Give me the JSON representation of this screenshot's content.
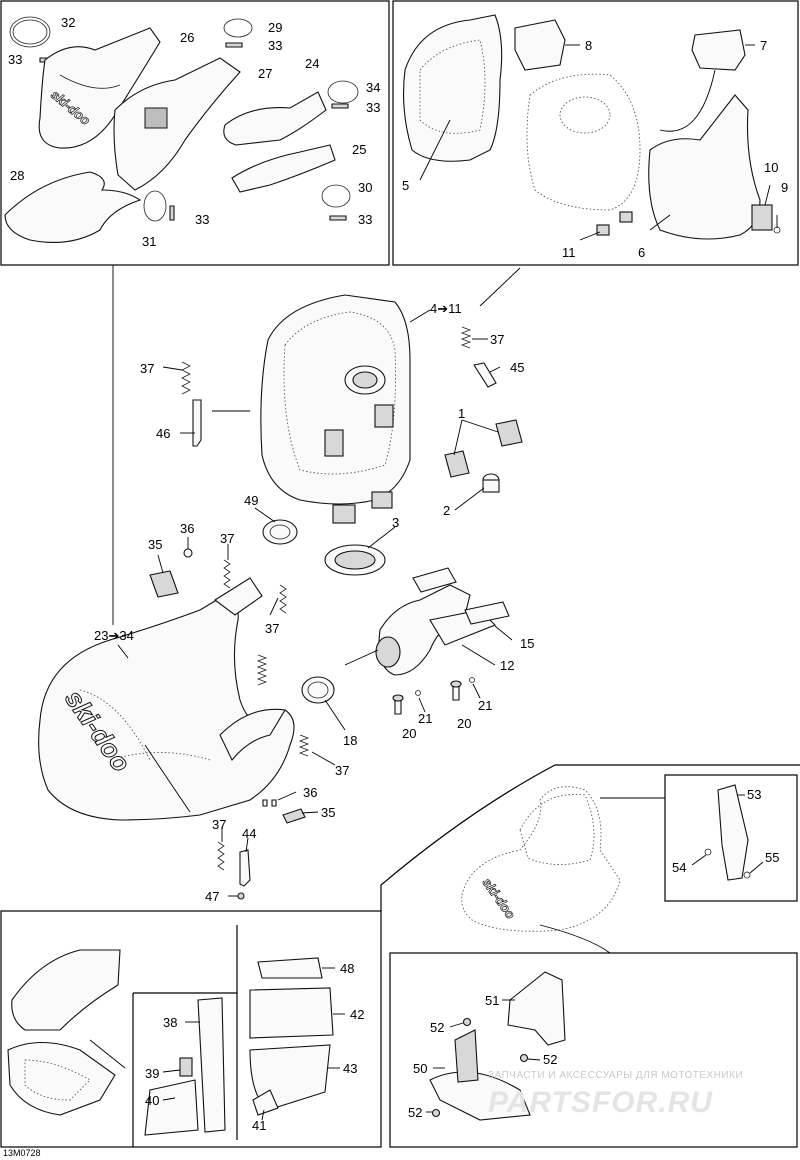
{
  "diagram_code": "13M0728",
  "brand_mark": "ski-doo",
  "watermark": {
    "line1": "ЗАПЧАСТИ И АКСЕССУАРЫ ДЛЯ МОТОТЕХНИКИ",
    "line2": "PARTSFOR.RU"
  },
  "callouts": {
    "c1": "1",
    "c2": "2",
    "c3": "3",
    "c4": "4➔11",
    "c5": "5",
    "c6": "6",
    "c7": "7",
    "c8": "8",
    "c9": "9",
    "c10": "10",
    "c11": "11",
    "c12": "12",
    "c15": "15",
    "c18": "18",
    "c20a": "20",
    "c20b": "20",
    "c21a": "21",
    "c21b": "21",
    "c23": "23➔34",
    "c24": "24",
    "c25": "25",
    "c26": "26",
    "c27": "27",
    "c28": "28",
    "c29": "29",
    "c30": "30",
    "c31": "31",
    "c32": "32",
    "c33a": "33",
    "c33b": "33",
    "c33c": "33",
    "c33d": "33",
    "c33e": "33",
    "c34": "34",
    "c35a": "35",
    "c35b": "35",
    "c36a": "36",
    "c36b": "36",
    "c37a": "37",
    "c37b": "37",
    "c37c": "37",
    "c37d": "37",
    "c37e": "37",
    "c37f": "37",
    "c38": "38",
    "c39": "39",
    "c40": "40",
    "c41": "41",
    "c42": "42",
    "c43": "43",
    "c44": "44",
    "c45": "45",
    "c46": "46",
    "c47": "47",
    "c48": "48",
    "c49": "49",
    "c50": "50",
    "c51": "51",
    "c52a": "52",
    "c52b": "52",
    "c52c": "52",
    "c53": "53",
    "c54": "54",
    "c55": "55"
  }
}
